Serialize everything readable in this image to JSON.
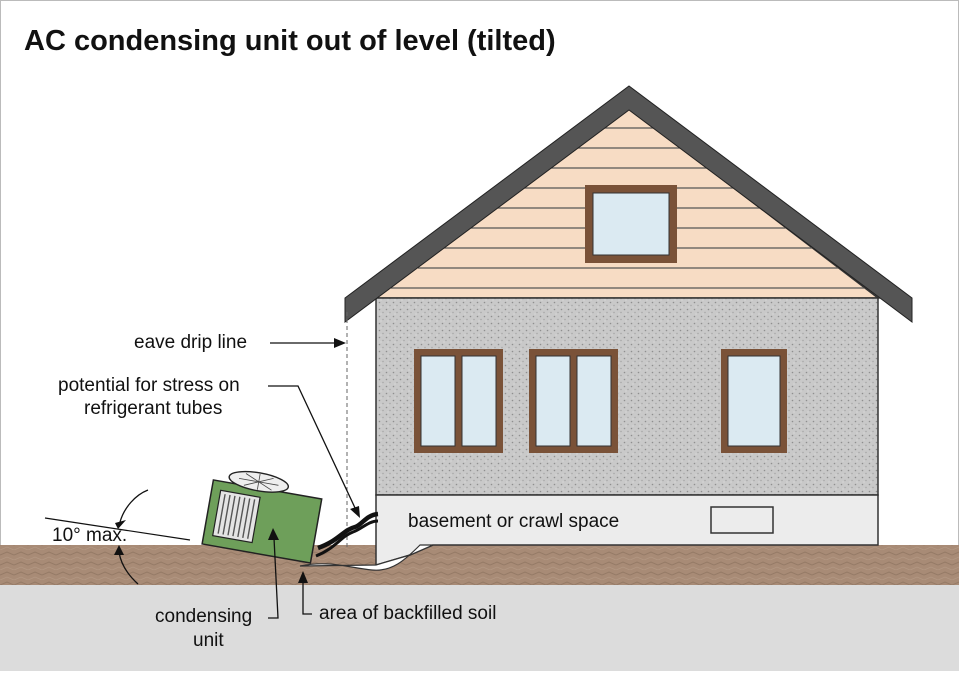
{
  "title": "AC condensing unit out of level (tilted)",
  "labels": {
    "eave_drip_line": "eave drip line",
    "stress_line1": "potential for stress on",
    "stress_line2": "refrigerant tubes",
    "basement": "basement or crawl space",
    "angle": "10° max.",
    "unit_line1": "condensing",
    "unit_line2": "unit",
    "backfill": "area of backfilled soil"
  },
  "colors": {
    "siding": "#f7dcc4",
    "stucco": "#c8c8c8",
    "foundation": "#ececec",
    "trim": "#7a5238",
    "glass": "#dbeaf2",
    "roof": "#555555",
    "soil": "#a88b76",
    "subgrade": "#dcdcdc",
    "unit": "#6e9f5a"
  }
}
